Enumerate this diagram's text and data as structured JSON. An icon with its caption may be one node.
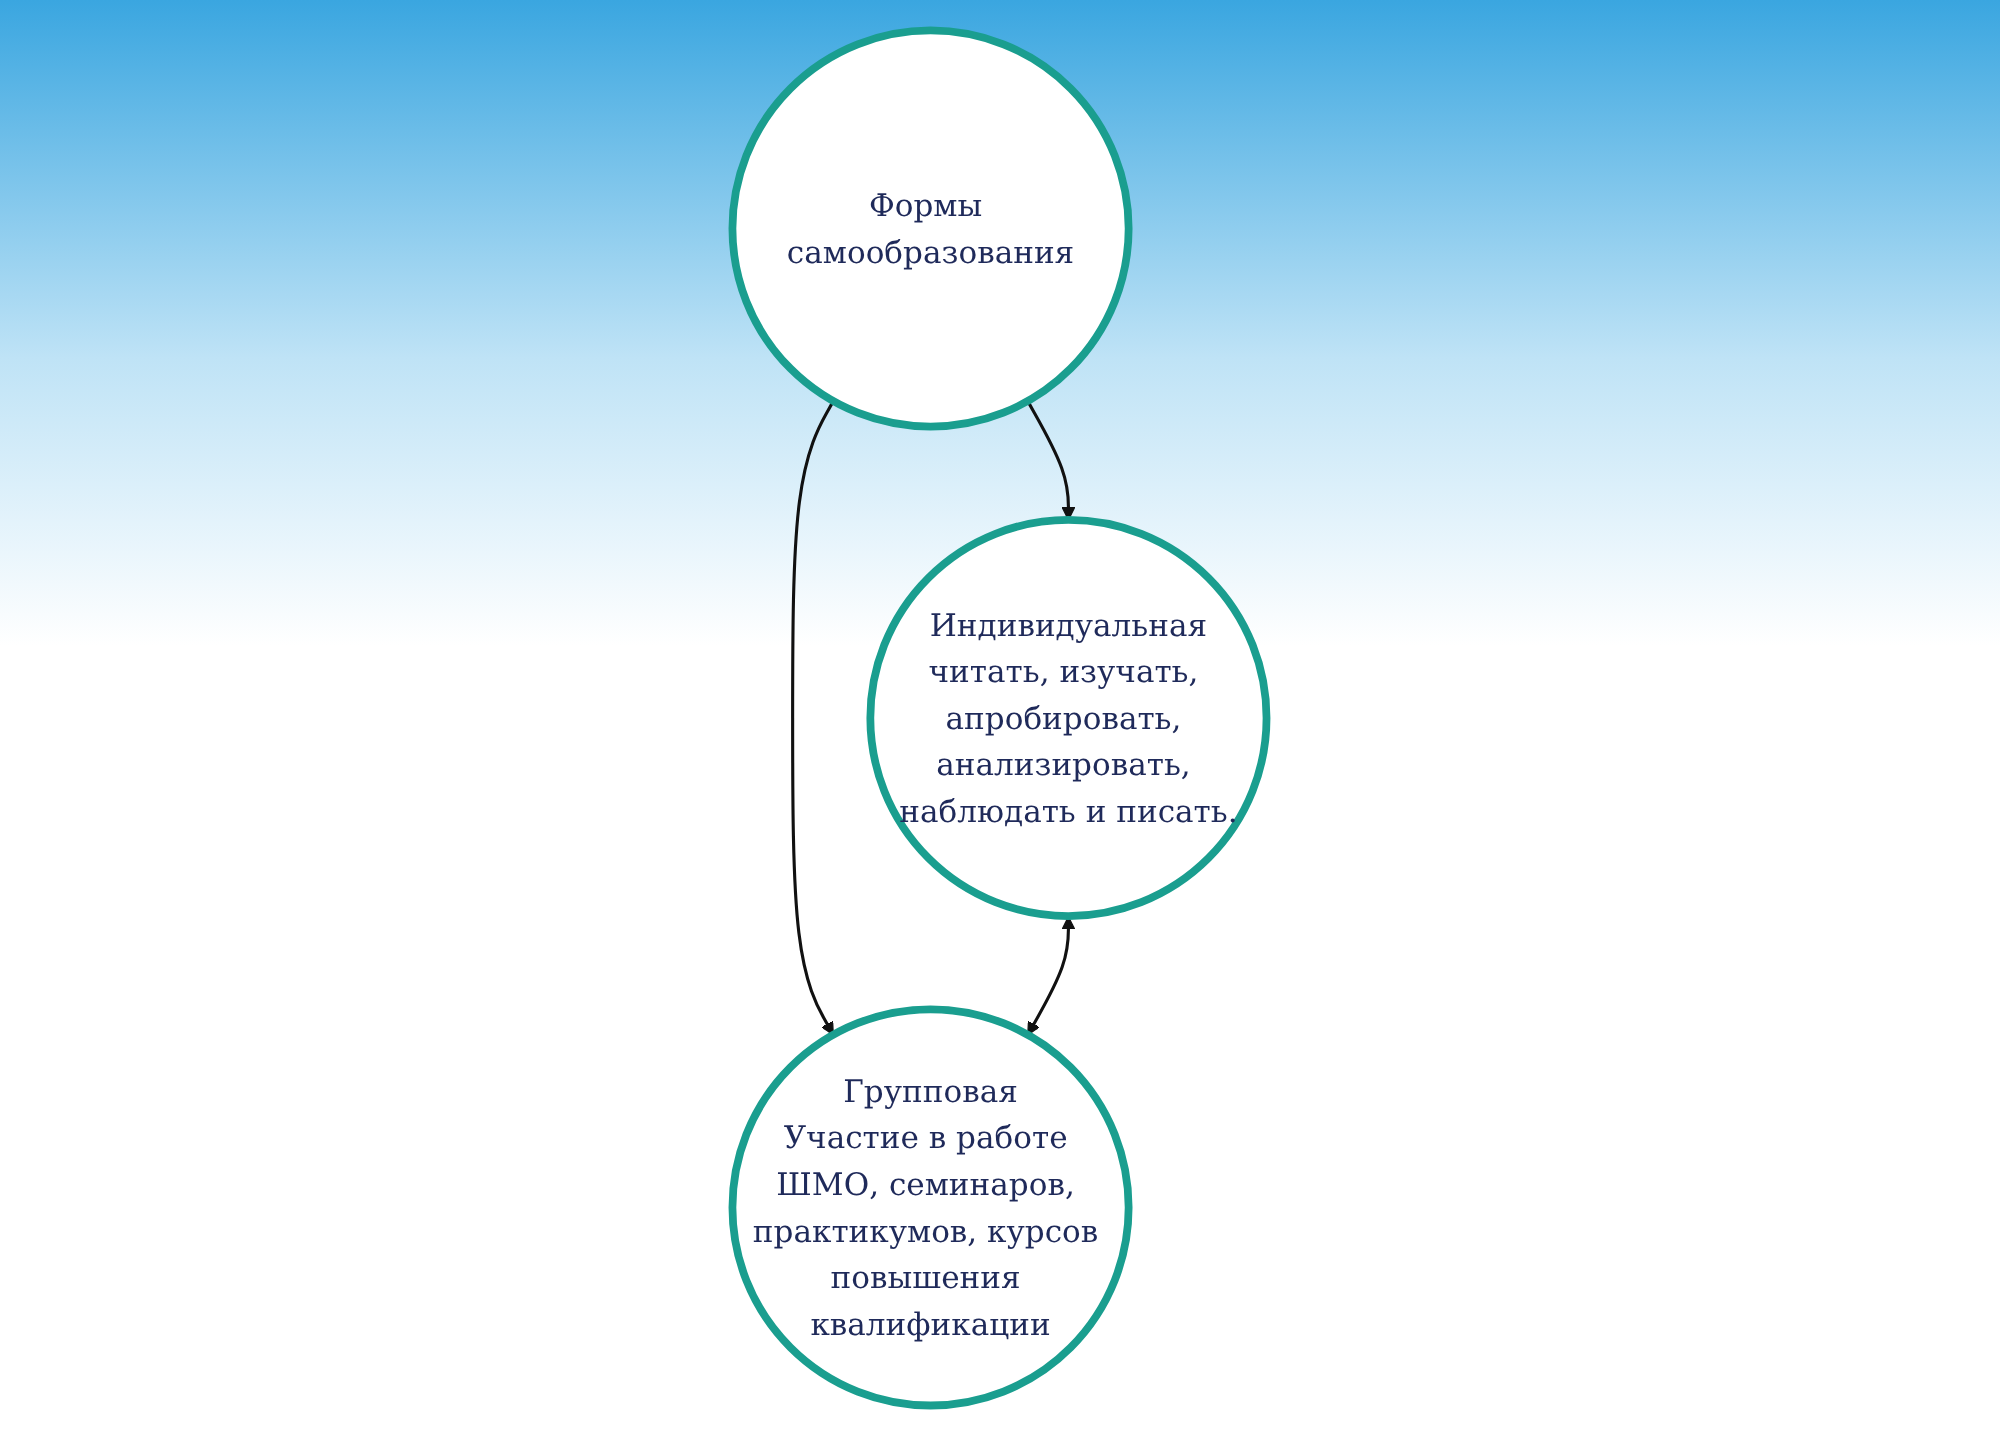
{
  "diagram": {
    "nodes": [
      {
        "text": [
          "Формы самообразования"
        ]
      },
      {
        "text": [
          "Индивидуальная",
          "читать, изучать, апробировать, анализировать, наблюдать и писать."
        ]
      },
      {
        "text": [
          "Групповая",
          "Участие в работе ШМО, семинаров, практикумов, курсов повышения квалификации"
        ]
      }
    ],
    "edges": [
      {
        "from": 0,
        "to": 1,
        "arrow": "to"
      },
      {
        "from": 0,
        "to": 2,
        "arrow": "to"
      },
      {
        "from": 1,
        "to": 2,
        "arrow": "both"
      }
    ]
  }
}
